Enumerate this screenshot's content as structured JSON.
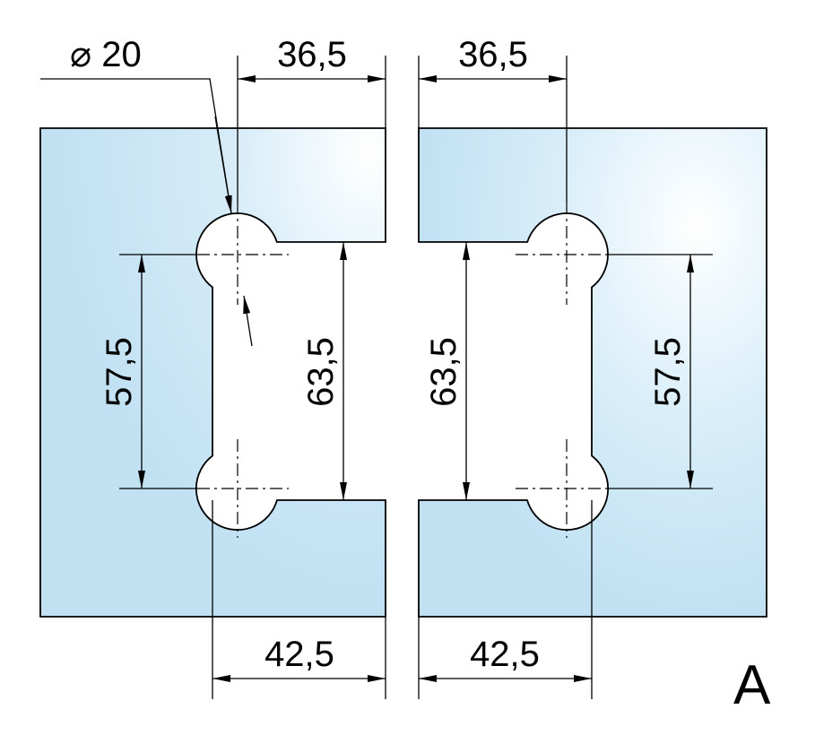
{
  "drawing": {
    "diameter_label": "⌀ 20",
    "top_left_dim": "36,5",
    "top_right_dim": "36,5",
    "left_outer_dim": "57,5",
    "left_inner_dim": "63,5",
    "right_inner_dim": "63,5",
    "right_outer_dim": "57,5",
    "bottom_left_dim": "42,5",
    "bottom_right_dim": "42,5",
    "view_label": "A"
  },
  "colors": {
    "glass": "#c3e2f4",
    "highlight": "#ffffff"
  }
}
